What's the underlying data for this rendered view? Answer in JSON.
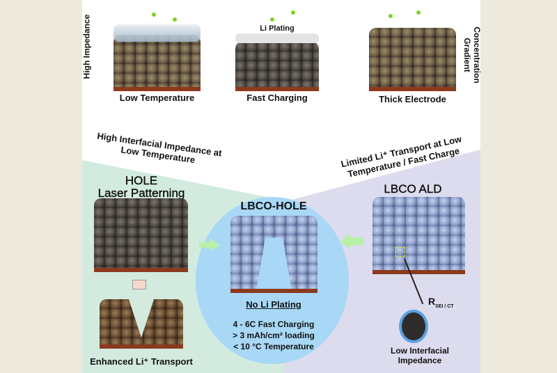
{
  "top": {
    "panels": [
      {
        "label": "Low Temperature",
        "side_label": "High Impedance"
      },
      {
        "label": "Fast Charging",
        "overlay": "Li Plating"
      },
      {
        "label": "Thick Electrode",
        "side_label": "Concentration Gradient"
      }
    ]
  },
  "bottom": {
    "left_problem": "High Interfacial Impedance at Low Temperature",
    "right_problem": "Limited Li⁺ Transport at Low Temperature / Fast Charge",
    "hole_title": "HOLE",
    "hole_subtitle": "Laser Patterning",
    "hole_result": "Enhanced Li⁺ Transport",
    "center_title": "LBCO-HOLE",
    "center_result": "No Li Plating",
    "center_specs": [
      "4 - 6C Fast Charging",
      "> 3 mAh/cm²  loading",
      "< 10 °C Temperature"
    ],
    "ald_title": "LBCO ALD",
    "resistance_label": "R",
    "resistance_sub": "SEI / CT",
    "ald_result": "Low Interfacial Impedance"
  },
  "colors": {
    "green_region": "#d3ebdf",
    "lavender_region": "#dcdcee",
    "circle": "#a8d8f6",
    "arrow": "#b8f0a8",
    "current_collector": "#8b3a1e"
  }
}
